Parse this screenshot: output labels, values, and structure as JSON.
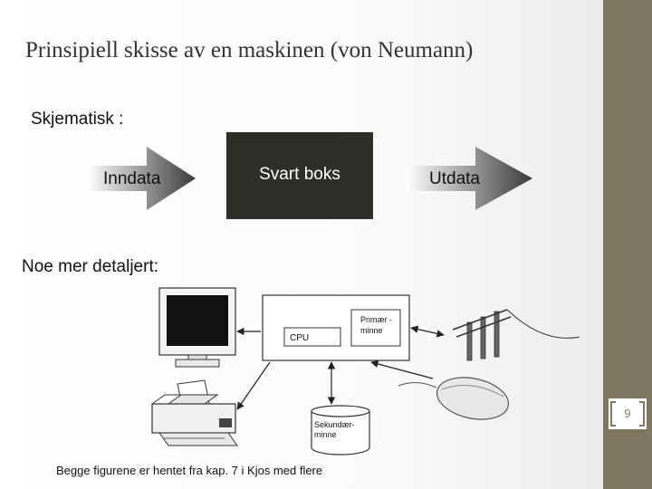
{
  "slide": {
    "title": "Prinsipiell skisse av en maskinen (von Neumann)",
    "section1_label": "Skjematisk :",
    "section2_label": "Noe mer detaljert:",
    "footnote": "Begge figurene er hentet fra kap. 7 i Kjos med flere",
    "page_number": "9"
  },
  "schematic": {
    "input_label": "Inndata",
    "box_label": "Svart boks",
    "output_label": "Utdata"
  },
  "detailed": {
    "cpu_label": "CPU",
    "primary_memory_line1": "Primær -",
    "primary_memory_line2": "minne",
    "secondary_memory_line1": "Sekundær-",
    "secondary_memory_line2": "minne",
    "devices": [
      "monitor-icon",
      "printer-icon",
      "mouse-icon",
      "network-cable-icon"
    ]
  },
  "colors": {
    "sidebar": "#7f7863",
    "black_box": "#2f2f27",
    "title_text": "#333333"
  }
}
